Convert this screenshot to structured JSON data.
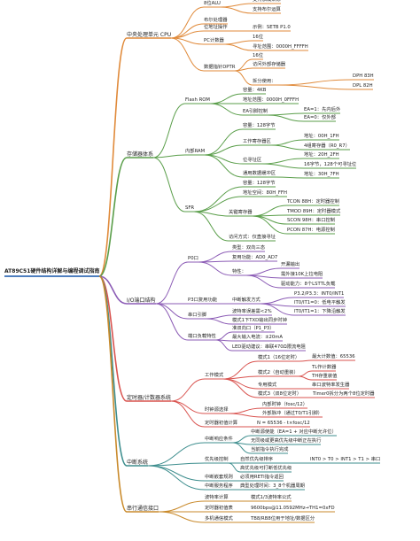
{
  "mindmap": {
    "root": "AT89C51硬件结构详解与编程调试指南",
    "branches": [
      {
        "label": "中央处理单元 CPU",
        "color": "#E08A3A",
        "children": [
          {
            "label": "8位ALU",
            "children": [
              {
                "label": "支持加减乘除"
              },
              {
                "label": "支持布尔运算"
              }
            ]
          },
          {
            "label": "布尔处理器"
          },
          {
            "label": "位地址操作",
            "children": [
              {
                "label": "示例：SETB P1.0"
              }
            ]
          },
          {
            "label": "PC计数器",
            "children": [
              {
                "label": "16位"
              },
              {
                "label": "寻址范围：0000H_FFFFH"
              }
            ]
          },
          {
            "label": "数据指针DPTR",
            "children": [
              {
                "label": "16位"
              },
              {
                "label": "访问外部存储器"
              },
              {
                "label": "拆分使用：",
                "children": [
                  {
                    "label": "DPH 83H"
                  },
                  {
                    "label": "DPL 82H"
                  }
                ]
              }
            ]
          }
        ]
      },
      {
        "label": "存储器体系",
        "color": "#5A9E4A",
        "children": [
          {
            "label": "Flash ROM",
            "children": [
              {
                "label": "容量：4KB"
              },
              {
                "label": "地址范围：0000H_0FFFH"
              },
              {
                "label": "EA引脚控制",
                "children": [
                  {
                    "label": "EA=1：先内后外"
                  },
                  {
                    "label": "EA=0：仅外部"
                  }
                ]
              }
            ]
          },
          {
            "label": "内部RAM",
            "children": [
              {
                "label": "容量：128字节"
              },
              {
                "label": "工作寄存器区",
                "children": [
                  {
                    "label": "地址：00H_1FH"
                  },
                  {
                    "label": "4组寄存器（R0_R7）"
                  }
                ]
              },
              {
                "label": "位寻址区",
                "children": [
                  {
                    "label": "地址：20H_2FH"
                  },
                  {
                    "label": "16字节，128个可寻址位"
                  }
                ]
              },
              {
                "label": "通用数据缓冲区",
                "children": [
                  {
                    "label": "地址：30H_7FH"
                  }
                ]
              }
            ]
          },
          {
            "label": "SFR",
            "children": [
              {
                "label": "容量：128字节"
              },
              {
                "label": "地址空间：80H_FFH"
              },
              {
                "label": "关键寄存器",
                "children": [
                  {
                    "label": "TCON 88H：定时器控制"
                  },
                  {
                    "label": "TMOD 89H：定时器模式"
                  },
                  {
                    "label": "SCON 98H：串口控制"
                  },
                  {
                    "label": "PCON 87H：电源控制"
                  }
                ]
              },
              {
                "label": "访问方式：仅直接寻址"
              }
            ]
          }
        ]
      },
      {
        "label": "I/O端口结构",
        "color": "#8B5BB5",
        "children": [
          {
            "label": "P0口",
            "children": [
              {
                "label": "类型：双向三态"
              },
              {
                "label": "复用功能：AD0_AD7"
              },
              {
                "label": "特性：",
                "children": [
                  {
                    "label": "开漏输出"
                  },
                  {
                    "label": "需外接10K上拉电阻"
                  },
                  {
                    "label": "驱动能力：8个LSTTL负载"
                  }
                ]
              }
            ]
          },
          {
            "label": "P3口复用功能",
            "children": [
              {
                "label": "中断触发方式",
                "children": [
                  {
                    "label": "P3.2/P3.3：INT0/INT1"
                  },
                  {
                    "label": "IT0/IT1=0：低电平触发"
                  },
                  {
                    "label": "IT0/IT1=1：下降沿触发"
                  }
                ]
              }
            ]
          },
          {
            "label": "串口引脚",
            "children": [
              {
                "label": "波特率误差需<2%"
              },
              {
                "label": "模式1下TXD输出同步时钟"
              }
            ]
          },
          {
            "label": "端口负载特性",
            "children": [
              {
                "label": "准双向口（P1_P3）"
              },
              {
                "label": "最大输入电流：±20mA"
              },
              {
                "label": "LED驱动建议：串联470Ω限流电阻"
              }
            ]
          }
        ]
      },
      {
        "label": "定时器/计数器系统",
        "color": "#D9534F",
        "children": [
          {
            "label": "工作模式",
            "children": [
              {
                "label": "模式1（16位定时）",
                "children": [
                  {
                    "label": "最大计数值：65536"
                  }
                ]
              },
              {
                "label": "模式2（自动重装）",
                "children": [
                  {
                    "label": "TL作计数器"
                  },
                  {
                    "label": "TH存重装值"
                  }
                ]
              },
              {
                "label": "专用模式",
                "children": [
                  {
                    "label": "串口波特率发生器"
                  }
                ]
              },
              {
                "label": "模式3（双8位定时）",
                "children": [
                  {
                    "label": "Timer0拆分为两个8位定时器"
                  }
                ]
              }
            ]
          },
          {
            "label": "时钟源选择",
            "children": [
              {
                "label": "内部时钟（fosc/12）"
              },
              {
                "label": "外部脉冲（通过T0/T1引脚）"
              }
            ]
          },
          {
            "label": "定时器初值计算",
            "children": [
              {
                "label": "N = 65536 - t×fosc/12"
              }
            ]
          }
        ]
      },
      {
        "label": "中断系统",
        "color": "#3E8E8E",
        "children": [
          {
            "label": "中断响应条件",
            "children": [
              {
                "label": "中断源使能（EA=1 + 对应中断允许位）"
              },
              {
                "label": "无同级或更高优先级中断正在执行"
              },
              {
                "label": "当前指令执行完成"
              }
            ]
          },
          {
            "label": "优先级控制",
            "children": [
              {
                "label": "自然优先级排序",
                "children": [
                  {
                    "label": "INT0 > T0 > INT1 > T1 > 串口"
                  }
                ]
              },
              {
                "label": "高优先级可打断低优先级"
              }
            ]
          },
          {
            "label": "中断嵌套规则",
            "children": [
              {
                "label": "必须用RETI指令返回"
              }
            ]
          },
          {
            "label": "中断服务程序",
            "children": [
              {
                "label": "典型处理时间：3_8个机器周期"
              }
            ]
          }
        ]
      },
      {
        "label": "串行通信接口",
        "color": "#C98A2B",
        "children": [
          {
            "label": "波特率计算",
            "children": [
              {
                "label": "模式1/3波特率公式"
              }
            ]
          },
          {
            "label": "定时器初值表",
            "children": [
              {
                "label": "9600bps@11.0592MHz→TH1=0xFD"
              }
            ]
          },
          {
            "label": "多机通信模式",
            "children": [
              {
                "label": "TB8/RB8位用于地址/数据区分"
              }
            ]
          }
        ]
      }
    ]
  }
}
